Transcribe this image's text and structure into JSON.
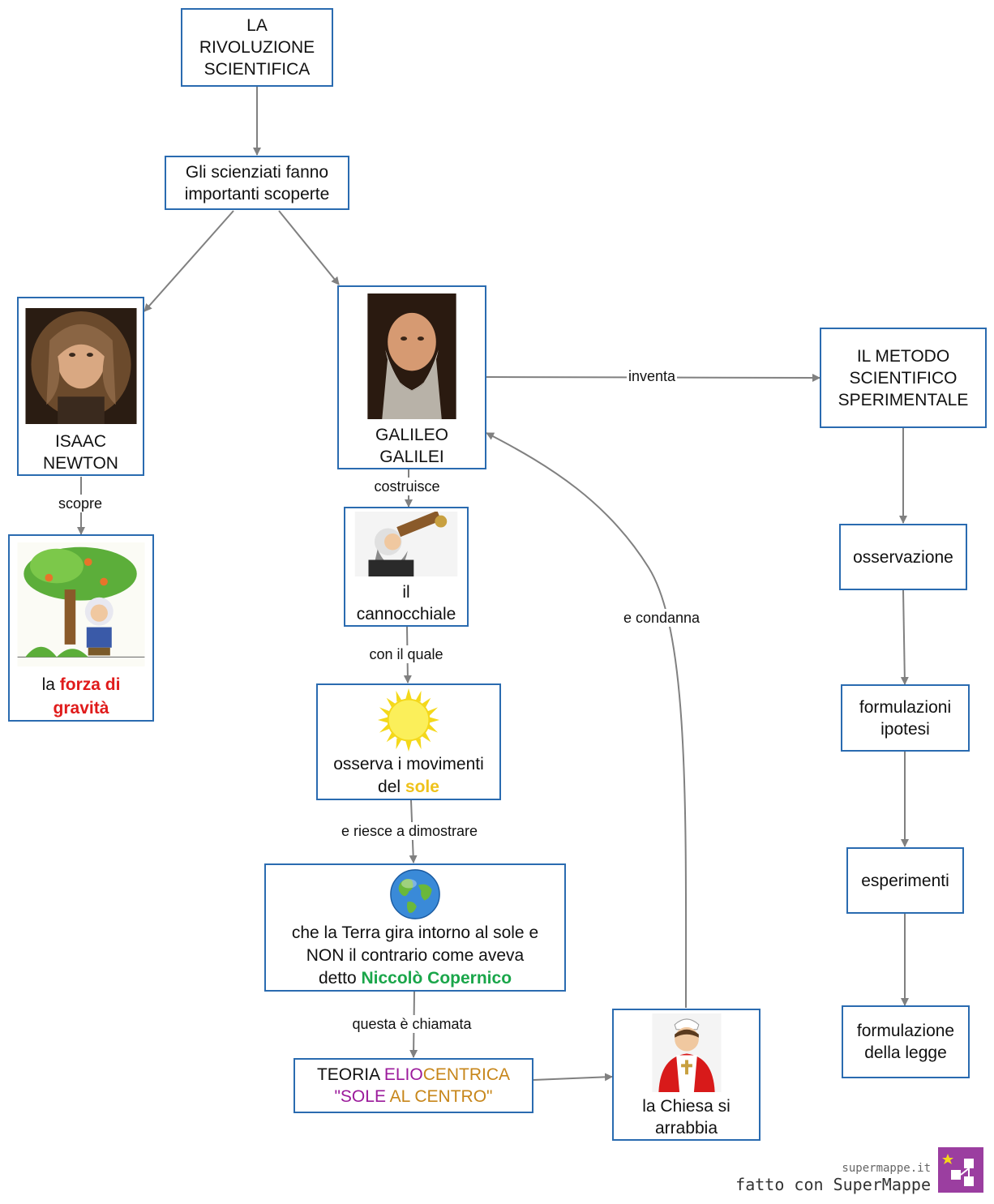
{
  "nodes": {
    "root": "LA\nRIVOLUZIONE\nSCIENTIFICA",
    "scoperte": "Gli scienziati fanno\nimportanti scoperte",
    "newton": "ISAAC\nNEWTON",
    "galileo": "GALILEO\nGALILEI",
    "metodo": "IL METODO\nSCIENTIFICO\nSPERIMENTALE",
    "gravita": {
      "pre": "la ",
      "hl1": "forza di",
      "hl2": "gravità"
    },
    "cannocchiale": "il\ncannocchiale",
    "sole": {
      "pre": "osserva i movimenti\ndel ",
      "hl": "sole"
    },
    "terra": {
      "pre": "che la Terra gira intorno al sole e\nNON il contrario come aveva\ndetto ",
      "hl": "Niccolò Copernico"
    },
    "teoria": {
      "w1": "TEORIA ",
      "w2": "ELIO",
      "w3": "CENTRICA",
      "w4": "\"SOLE ",
      "w5": "AL CENTRO\""
    },
    "chiesa": "la Chiesa si\narrabbia",
    "osservazione": "osservazione",
    "ipotesi": "formulazioni\nipotesi",
    "esperimenti": "esperimenti",
    "legge": "formulazione\ndella legge"
  },
  "edge_labels": {
    "scopre": "scopre",
    "inventa": "inventa",
    "costruisce": "costruisce",
    "con_il_quale": "con il quale",
    "e_riesce": "e riesce a dimostrare",
    "questa": "questa è chiamata",
    "e_condanna": "e condanna"
  },
  "footer": {
    "site": "supermappe.it",
    "made_with": "fatto con SuperMappe"
  },
  "colors": {
    "border": "#2a6bb0",
    "edge": "#808080",
    "red": "#e01b1b",
    "yellow": "#efc21a",
    "green": "#1aa64a",
    "purple": "#9b1a9b",
    "orange": "#c7861a",
    "logo": "#9b3ea0"
  },
  "icons": [
    "newton-portrait",
    "galileo-portrait",
    "apple-tree-newton",
    "telescope-galileo",
    "sun-icon",
    "earth-icon",
    "pope-icon",
    "supermappe-logo"
  ]
}
